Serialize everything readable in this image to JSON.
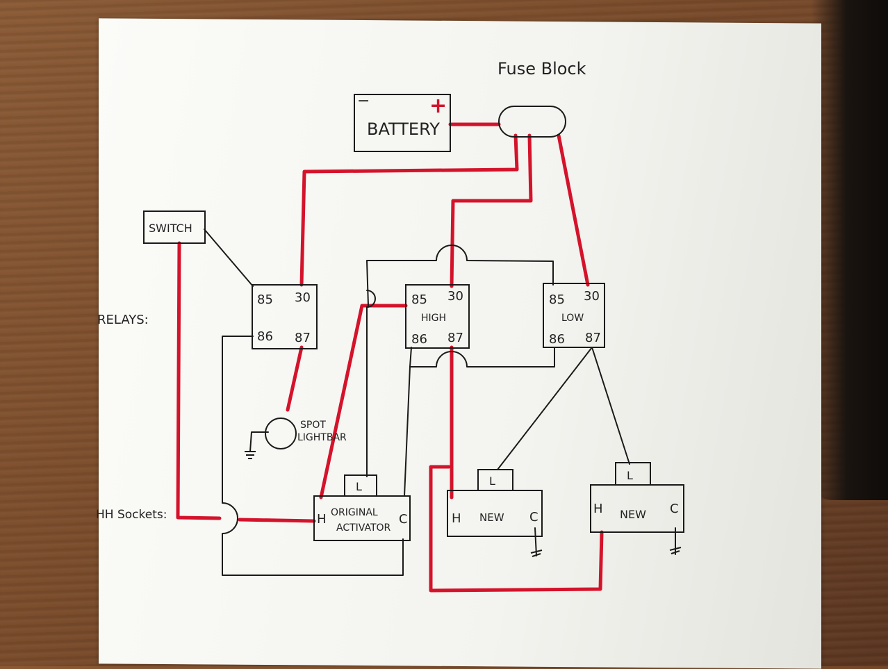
{
  "title": "Fuse Block",
  "battery": {
    "label": "BATTERY",
    "neg": "−",
    "pos": "+"
  },
  "switch": {
    "label": "SWITCH"
  },
  "side_labels": {
    "relays": "RELAYS:",
    "sockets": "HH Sockets:"
  },
  "relay_spot": {
    "p85": "85",
    "p30": "30",
    "p86": "86",
    "p87": "87"
  },
  "relay_high": {
    "p85": "85",
    "p30": "30",
    "name": "HIGH",
    "p86": "86",
    "p87": "87"
  },
  "relay_low": {
    "p85": "85",
    "p30": "30",
    "name": "LOW",
    "p86": "86",
    "p87": "87"
  },
  "spot": {
    "line1": "SPOT",
    "line2": "LIGHTBAR"
  },
  "original": {
    "h": "H",
    "line1": "ORIGINAL",
    "line2": "ACTIVATOR",
    "c": "C",
    "l": "L"
  },
  "new1": {
    "h": "H",
    "name": "NEW",
    "c": "C",
    "l": "L"
  },
  "new2": {
    "h": "H",
    "name": "NEW",
    "c": "C",
    "l": "L"
  },
  "colors": {
    "wire_power": "#d4132b",
    "wire_signal": "#1a1a1a",
    "paper": "#f7f7f3"
  }
}
